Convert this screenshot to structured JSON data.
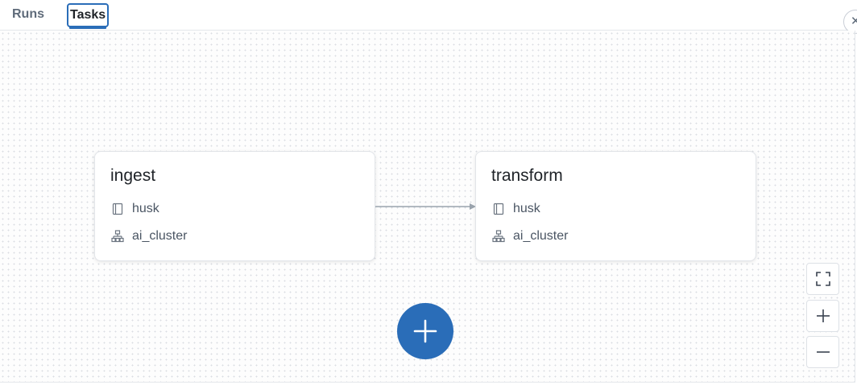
{
  "tabs": [
    {
      "label": "Runs",
      "selected": false
    },
    {
      "label": "Tasks",
      "selected": true
    }
  ],
  "tasks": [
    {
      "name": "ingest",
      "notebook": "husk",
      "cluster": "ai_cluster"
    },
    {
      "name": "transform",
      "notebook": "husk",
      "cluster": "ai_cluster"
    }
  ],
  "icons": {
    "notebook": "notebook-icon",
    "cluster": "cluster-icon",
    "add": "plus-icon",
    "fit": "fit-view-icon",
    "zoom_in": "zoom-in-icon",
    "zoom_out": "zoom-out-icon",
    "close": "close-icon"
  },
  "colors": {
    "accent": "#2a6db8",
    "edge": "#9aa3ad",
    "text": "#1f2328",
    "muted": "#4a5563"
  }
}
